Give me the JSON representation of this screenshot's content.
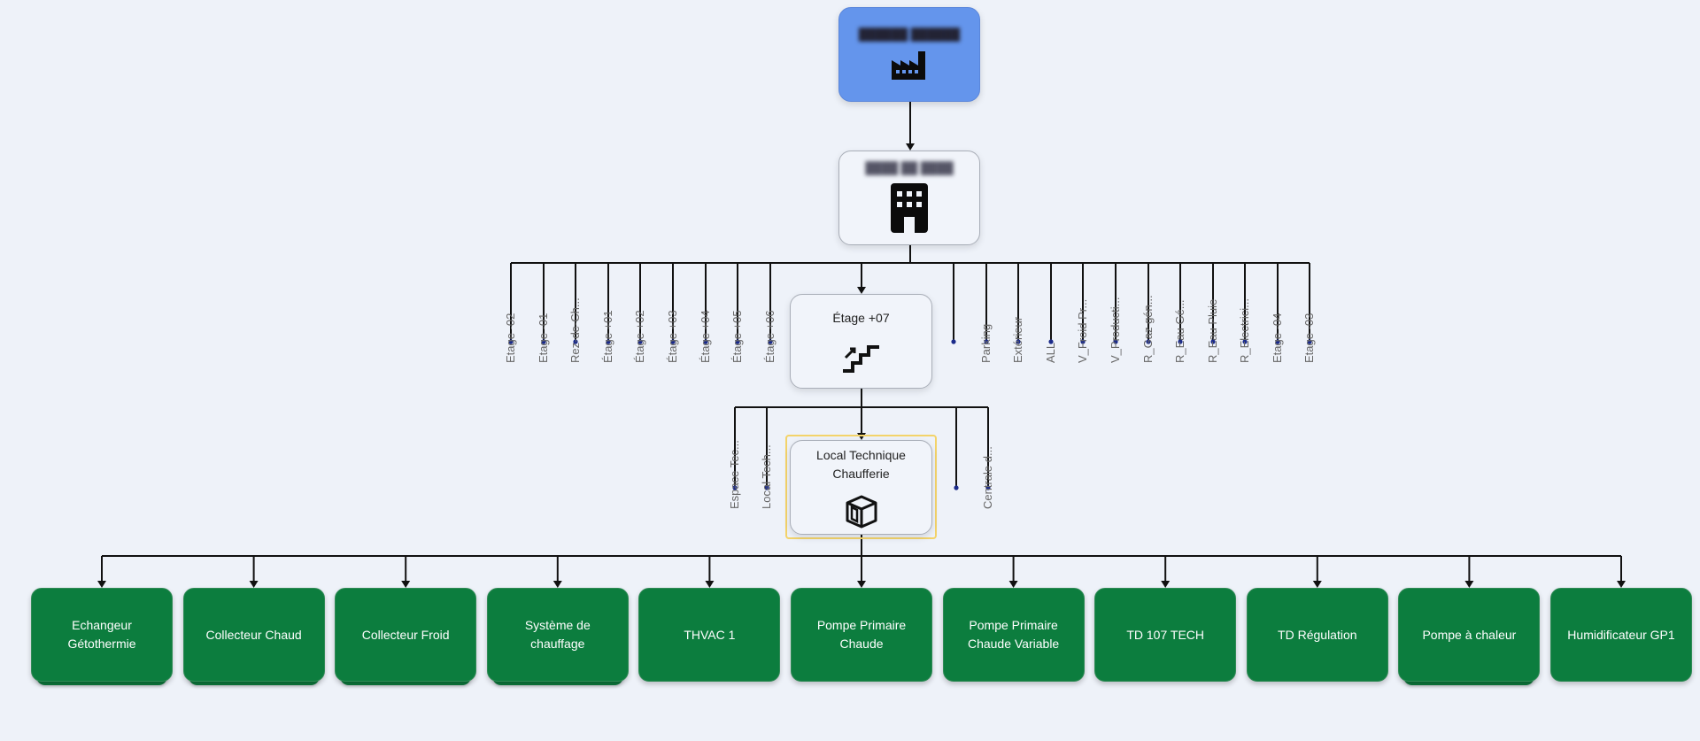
{
  "nodes": {
    "floor_label": "Étage +07",
    "local_label": "Local Technique Chaufferie"
  },
  "floor_branches": {
    "left": [
      "Etage -02",
      "Etage -01",
      "Rez-de-Ch...",
      "Étage +01",
      "Étage +02",
      "Étage +03",
      "Étage +04",
      "Étage +05",
      "Étage +06"
    ],
    "right": [
      "Parking",
      "Extérieur",
      "ALL",
      "V_Froid Pr...",
      "V_Producti...",
      "R_Gaz gén...",
      "R_Eau Gé...",
      "R_Eau Pluie",
      "R_Electrici...",
      "Etage -04",
      "Etage -03"
    ]
  },
  "local_branches": {
    "left": [
      "Espace Tec...",
      "Local Tech..."
    ],
    "right": [
      "",
      "Centrale d..."
    ]
  },
  "equipment": [
    {
      "label": "Echangeur Gétothermie",
      "stacked": true
    },
    {
      "label": "Collecteur Chaud",
      "stacked": true
    },
    {
      "label": "Collecteur Froid",
      "stacked": true
    },
    {
      "label": "Système de chauffage",
      "stacked": true
    },
    {
      "label": "THVAC 1",
      "stacked": false
    },
    {
      "label": "Pompe Primaire Chaude",
      "stacked": false
    },
    {
      "label": "Pompe Primaire Chaude Variable",
      "stacked": false
    },
    {
      "label": "TD 107 TECH",
      "stacked": false
    },
    {
      "label": "TD Régulation",
      "stacked": false
    },
    {
      "label": "Pompe à chaleur",
      "stacked": true
    },
    {
      "label": "Humidificateur GP1",
      "stacked": false
    }
  ],
  "icons": {
    "root": "factory-icon",
    "building": "building-icon",
    "floor": "stairs-icon",
    "local": "room-icon"
  },
  "colors": {
    "root_fill": "#6495ec",
    "equipment_fill": "#0c7d3e",
    "selected_outline": "#f3d36a",
    "connector": "#111111",
    "connector_dot": "#1a2a8a"
  }
}
